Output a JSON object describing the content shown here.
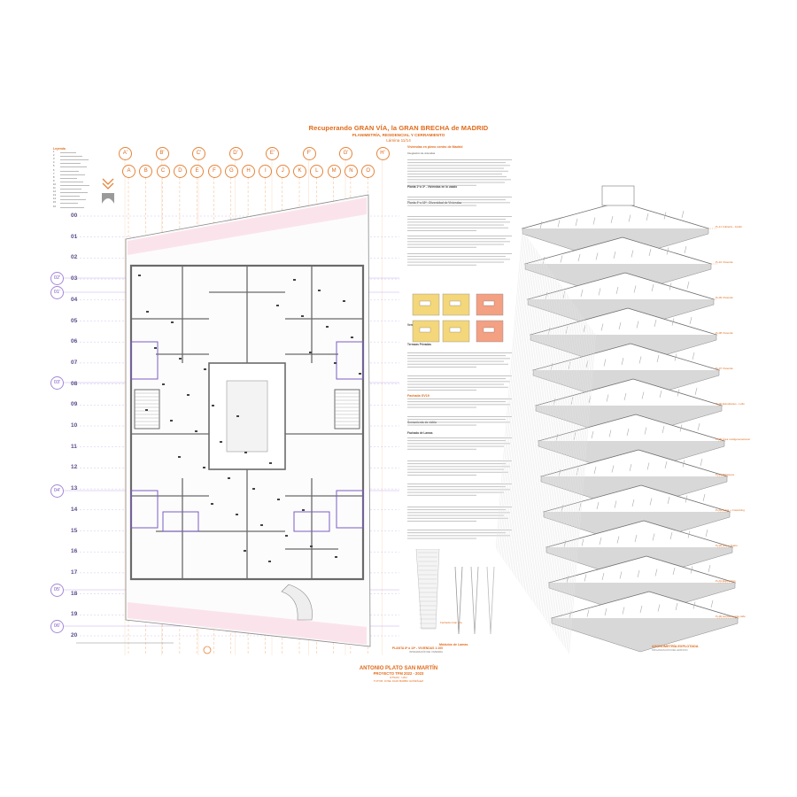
{
  "header": {
    "title": "Recuperando GRAN VÍA, la GRAN BRECHA de MADRID",
    "subtitle": "PLANIMETRÍA, RESIDENCIAL Y CERRAMIENTO",
    "sheet": "Lámina 11/14"
  },
  "grid": {
    "primed_columns": [
      "A'",
      "B'",
      "C'",
      "D'",
      "E'",
      "F'",
      "G'",
      "H'"
    ],
    "columns": [
      "A",
      "B",
      "C",
      "D",
      "E",
      "F",
      "G",
      "H",
      "I",
      "J",
      "K",
      "L",
      "M",
      "N",
      "O"
    ],
    "rows": [
      "00",
      "01",
      "02",
      "03",
      "04",
      "05",
      "06",
      "07",
      "08",
      "09",
      "10",
      "11",
      "12",
      "13",
      "14",
      "15",
      "16",
      "17",
      "18",
      "19",
      "20"
    ],
    "row_bubbles": [
      "02'",
      "01'",
      "03'",
      "04'",
      "05'",
      "06'"
    ]
  },
  "legend": {
    "title": "Leyenda",
    "items": [
      "1",
      "2",
      "3",
      "4",
      "5",
      "6",
      "7",
      "8",
      "9",
      "10",
      "11",
      "12",
      "13",
      "14",
      "15",
      "16"
    ]
  },
  "text_column": {
    "heading": "Viviendas en pleno centro de Madrid",
    "subheading": "Integración de viviendas",
    "plants_1": "Planta 1ª a 3ª - Viviendas en lo usado",
    "plants_2": "Planta 4ª a 10ª - Diversidad de Viviendas",
    "vent_heading": "Ventilación Cruzada",
    "terraces_heading": "Terrazas Privadas",
    "facade_heading": "Fachada GV19",
    "mat_1": "Cerramiento de vidrio",
    "mat_2": "Fachada de Lamas"
  },
  "plan_caption": {
    "title": "PLANTA 8ª a 10ª - VIVIENDAS 1:100",
    "sub": "INTEGRACIÓN DE VIVIENDA"
  },
  "author": {
    "name": "ANTONIO PLATO SAN MARTÍN",
    "project": "PROYECTO TFM 2022 - 2023",
    "school": "ETSAM - UAH",
    "tutor": "TUTOR: JOSE JUAN BARBA GONZÁLEZ"
  },
  "module_caption": "Módulos de Lamas",
  "facade_caption": "Fachada Gran Vía",
  "axonometry": {
    "caption": "AXONOMETRÍA EXPLOTADA",
    "sub": "ORGANIZACIÓN DEL EDIFICIO",
    "levels": [
      "P+11 Cubierta - Jardín",
      "P+10 Vivienda",
      "P+09 Vivienda",
      "P+08 Vivienda",
      "P+07 Vivienda",
      "P+06 Estudiantes - Lofts",
      "P+05 Área multigeneracional",
      "P+04 Biblioteca",
      "P+03 Aulas + Coworking",
      "P+02 Arte + Teatro",
      "P+01 Exposición",
      "P+00 Acceso desde calle"
    ]
  },
  "colors": {
    "accent": "#e06a1a",
    "grid_line": "#f2b98a",
    "row_line": "#c7b3ea",
    "wall": "#6a6a6a",
    "unit_outline": "#7c5cc4"
  }
}
